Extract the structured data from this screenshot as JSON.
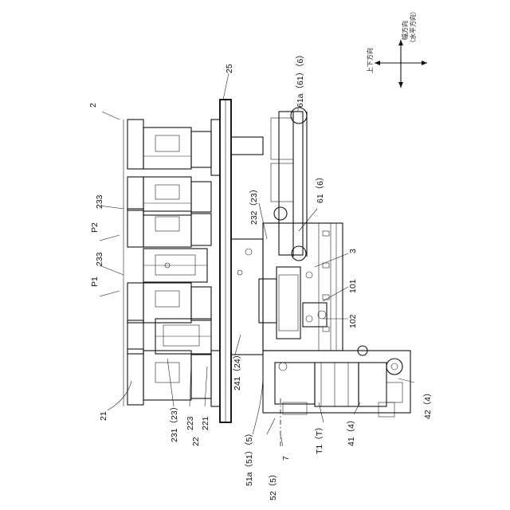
{
  "figure": {
    "orientation_label_vertical": "上下方向",
    "orientation_label_horizontal": "幅方向",
    "orientation_label_horizontal_sub": "（水平方向）"
  },
  "labels": {
    "ref_2": "2",
    "ref_25": "25",
    "ref_233_upper": "233",
    "ref_233_lower": "233",
    "ref_P2": "P2",
    "ref_P1": "P1",
    "ref_21": "21",
    "ref_61a": "61a（61）（6）",
    "ref_232": "232（23）",
    "ref_61": "61（6）",
    "ref_3": "3",
    "ref_101": "101",
    "ref_102": "102",
    "ref_241": "241（24）",
    "ref_231": "231（23）",
    "ref_223": "223",
    "ref_221": "221",
    "ref_22": "22",
    "ref_51a": "51a（51）（5）",
    "ref_52": "52（5）",
    "ref_7": "7",
    "ref_T1": "T1（T）",
    "ref_41": "41（4）",
    "ref_42": "42（4）"
  }
}
